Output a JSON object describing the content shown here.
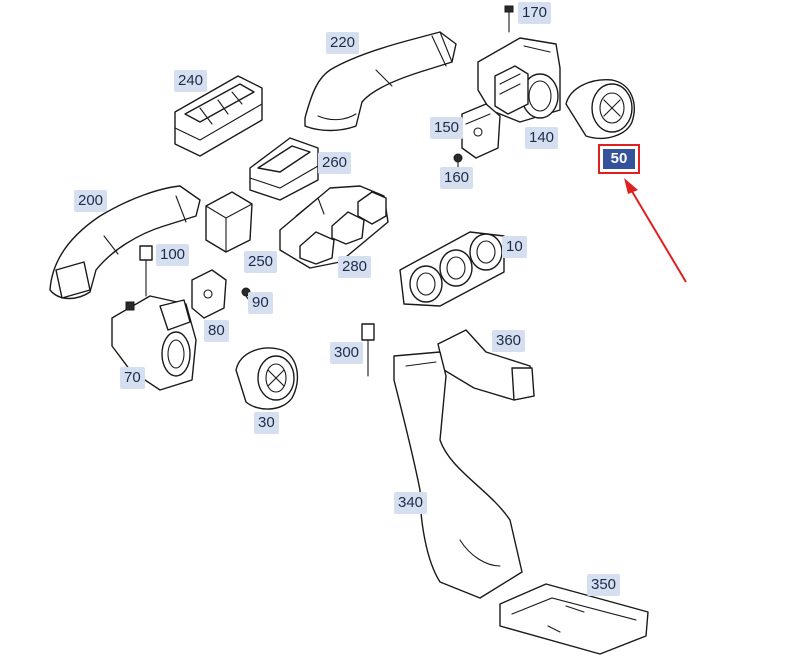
{
  "callouts": [
    {
      "id": "170",
      "text": "170"
    },
    {
      "id": "220",
      "text": "220"
    },
    {
      "id": "240",
      "text": "240"
    },
    {
      "id": "150",
      "text": "150"
    },
    {
      "id": "140",
      "text": "140"
    },
    {
      "id": "50",
      "text": "50",
      "highlighted": true
    },
    {
      "id": "160",
      "text": "160"
    },
    {
      "id": "260",
      "text": "260"
    },
    {
      "id": "200",
      "text": "200"
    },
    {
      "id": "10",
      "text": "10"
    },
    {
      "id": "100",
      "text": "100"
    },
    {
      "id": "250",
      "text": "250"
    },
    {
      "id": "280",
      "text": "280"
    },
    {
      "id": "90",
      "text": "90"
    },
    {
      "id": "80",
      "text": "80"
    },
    {
      "id": "360",
      "text": "360"
    },
    {
      "id": "300",
      "text": "300"
    },
    {
      "id": "70",
      "text": "70"
    },
    {
      "id": "30",
      "text": "30"
    },
    {
      "id": "340",
      "text": "340"
    },
    {
      "id": "350",
      "text": "350"
    }
  ],
  "colors": {
    "callout_bg": "#d5dff0",
    "callout_text": "#1f2b4a",
    "highlight_bg": "#34539a",
    "highlight_border": "#e02020",
    "arrow": "#e02020"
  }
}
